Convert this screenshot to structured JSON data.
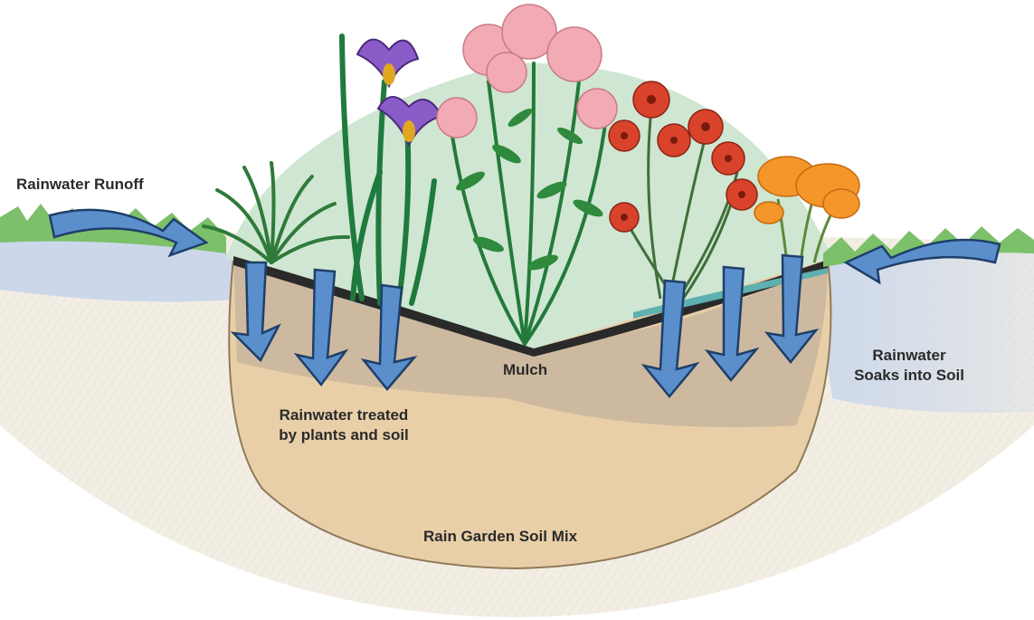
{
  "labels": {
    "runoff": "Rainwater Runoff",
    "soaks_line1": "Rainwater",
    "soaks_line2": "Soaks into Soil",
    "treated_line1": "Rainwater treated",
    "treated_line2": "by plants and soil",
    "mulch": "Mulch",
    "soil_mix": "Rain Garden Soil Mix"
  },
  "colors": {
    "grass": "#7cc06a",
    "arrow": "#5a8fcc",
    "soil_mix": "#e8cfa8",
    "native_soil": "#efe9de",
    "mulch": "#2a2a2a",
    "plant_backdrop": "#cfe8d4",
    "iris": "#8a5cc8",
    "pink_flower": "#f2aab4",
    "red_flower": "#d9432b",
    "orange_flower": "#f5962a"
  },
  "icons": [
    "runoff-arrow-icon",
    "infiltration-arrow-icon",
    "iris-flower-icon",
    "grass-plant-icon",
    "red-daisy-icon",
    "orange-flower-icon",
    "pink-flower-cluster-icon"
  ]
}
